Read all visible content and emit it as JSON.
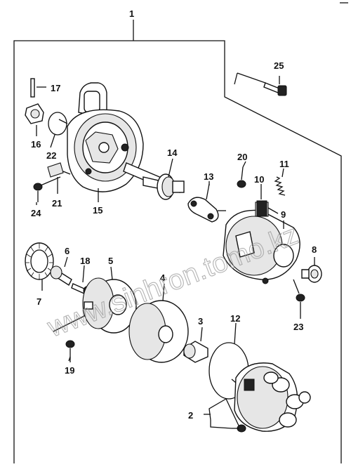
{
  "callouts": {
    "c1": "1",
    "c2": "2",
    "c3": "3",
    "c4": "4",
    "c5": "5",
    "c6": "6",
    "c7": "7",
    "c8": "8",
    "c9": "9",
    "c10": "10",
    "c11": "11",
    "c12": "12",
    "c13": "13",
    "c14": "14",
    "c15": "15",
    "c16": "16",
    "c17": "17",
    "c18": "18",
    "c19": "19",
    "c20": "20",
    "c21": "21",
    "c22": "22",
    "c23": "23",
    "c24": "24",
    "c25": "25"
  },
  "watermark": "www.sinhron.tomo.kz"
}
